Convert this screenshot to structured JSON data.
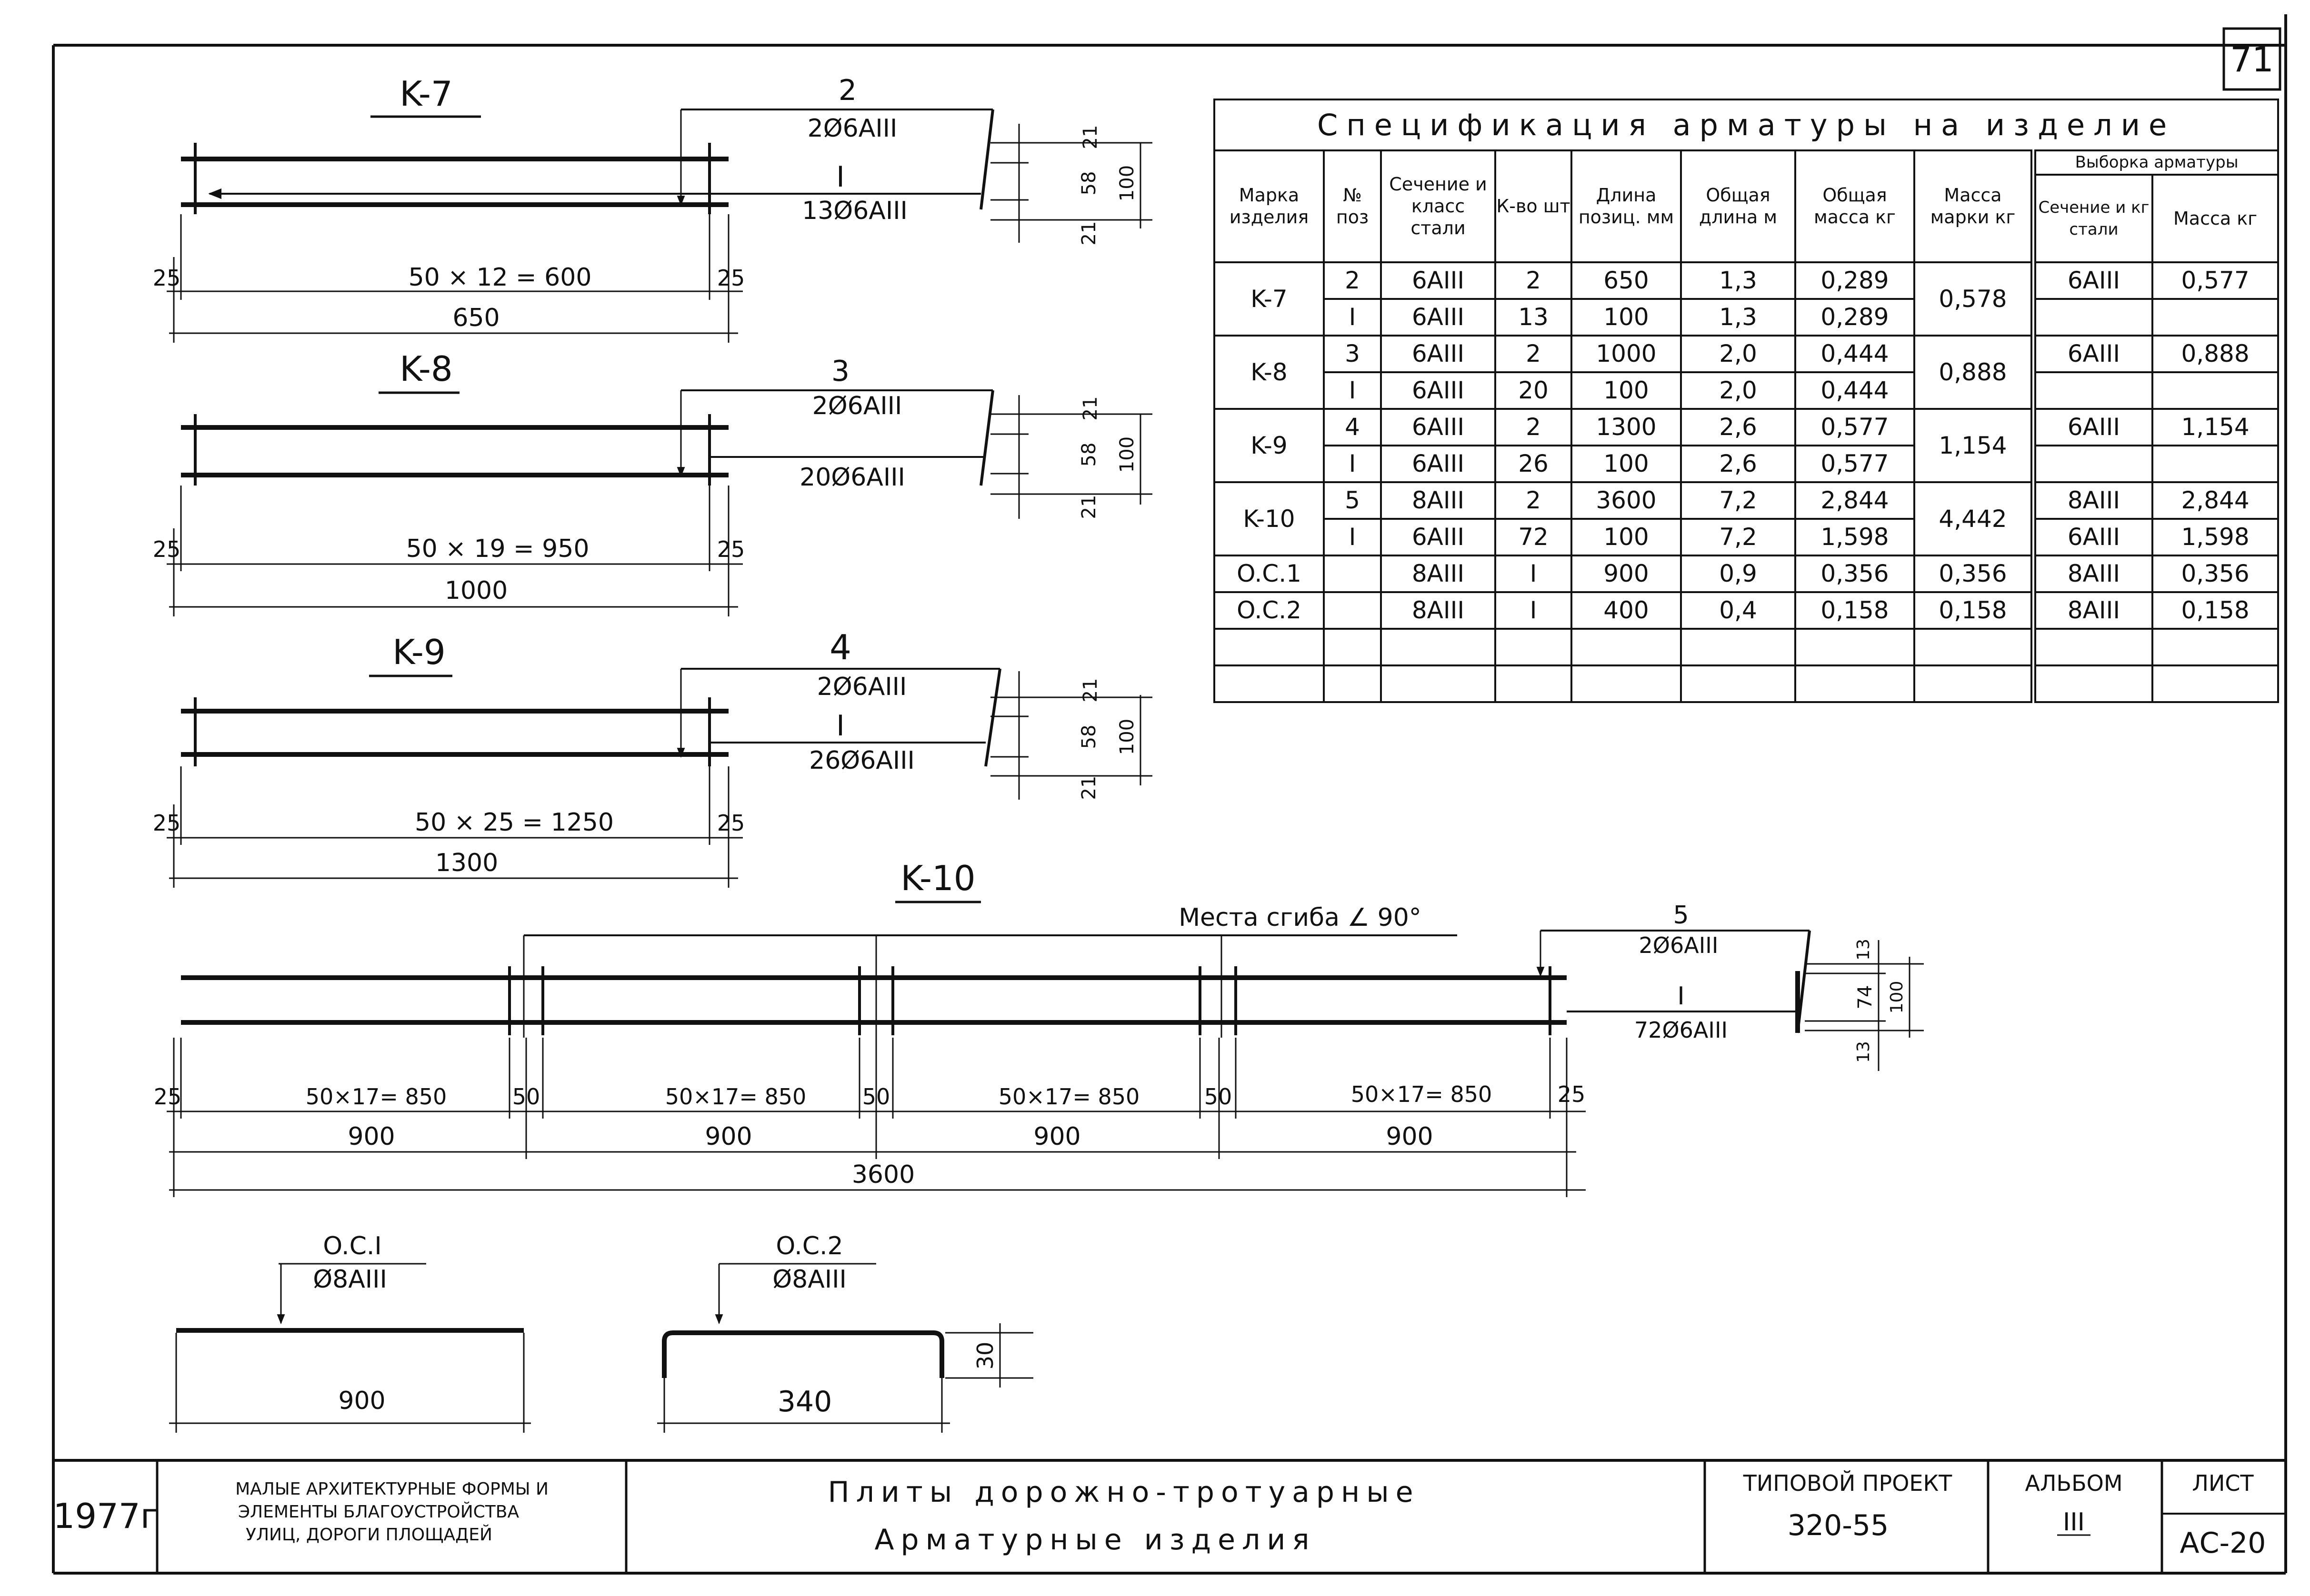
{
  "sheet_number": "71",
  "drawings": {
    "k7": {
      "title": "K-7",
      "pos_top": {
        "num": "2",
        "spec": "2Ø6AIII"
      },
      "pos_bottom": {
        "num": "I",
        "spec": "13Ø6AIII"
      },
      "dims": {
        "left": "25",
        "middle": "50 × 12 = 600",
        "right": "25",
        "total": "650",
        "v_top": "21",
        "v_mid": "58",
        "v_bot": "21",
        "v_total": "100"
      }
    },
    "k8": {
      "title": "K-8",
      "pos_top": {
        "num": "3",
        "spec": "2Ø6AIII"
      },
      "pos_bottom": {
        "num": "",
        "spec": "20Ø6AIII"
      },
      "dims": {
        "left": "25",
        "middle": "50 × 19 = 950",
        "right": "25",
        "total": "1000",
        "v_top": "21",
        "v_mid": "58",
        "v_bot": "21",
        "v_total": "100"
      }
    },
    "k9": {
      "title": "K-9",
      "pos_top": {
        "num": "4",
        "spec": "2Ø6AIII"
      },
      "pos_bottom": {
        "num": "I",
        "spec": "26Ø6AIII"
      },
      "dims": {
        "left": "25",
        "middle": "50 × 25 = 1250",
        "right": "25",
        "total": "1300",
        "v_top": "21",
        "v_mid": "58",
        "v_bot": "21",
        "v_total": "100"
      }
    },
    "k10": {
      "title": "K-10",
      "bend_note": "Места сгиба ∠ 90°",
      "pos_top": {
        "num": "5",
        "spec": "2Ø6AIII"
      },
      "pos_bottom": {
        "num": "I",
        "spec": "72Ø6AIII"
      },
      "dims": {
        "left": "25",
        "seg": "50×17= 850",
        "gap": "50",
        "right": "25",
        "span": "900",
        "total": "3600",
        "v_top": "13",
        "v_mid": "74",
        "v_bot": "13",
        "v_total": "100"
      }
    },
    "os1": {
      "title": "O.C.I",
      "spec": "Ø8AIII",
      "length": "900"
    },
    "os2": {
      "title": "O.C.2",
      "spec": "Ø8AIII",
      "length": "340",
      "height": "30"
    }
  },
  "spec_table": {
    "title": "Спецификация арматуры на изделие",
    "headers": {
      "mark": "Марка изделия",
      "pos": "№ поз",
      "section": "Сечение и класс стали",
      "qty": "К-во шт",
      "length": "Длина позиц. мм",
      "total_len": "Общая длина м",
      "total_mass": "Общая масса кг",
      "mark_mass": "Масса марки кг",
      "selection": "Выборка арматуры",
      "sel_section": "Сечение и кг стали",
      "sel_mass": "Масса кг"
    },
    "groups": [
      {
        "mark": "K-7",
        "mark_mass": "0,578",
        "rows": [
          {
            "pos": "2",
            "section": "6AIII",
            "qty": "2",
            "length": "650",
            "total_len": "1,3",
            "total_mass": "0,289",
            "sel_section": "6AIII",
            "sel_mass": "0,577"
          },
          {
            "pos": "I",
            "section": "6AIII",
            "qty": "13",
            "length": "100",
            "total_len": "1,3",
            "total_mass": "0,289",
            "sel_section": "",
            "sel_mass": ""
          }
        ]
      },
      {
        "mark": "K-8",
        "mark_mass": "0,888",
        "rows": [
          {
            "pos": "3",
            "section": "6AIII",
            "qty": "2",
            "length": "1000",
            "total_len": "2,0",
            "total_mass": "0,444",
            "sel_section": "6AIII",
            "sel_mass": "0,888"
          },
          {
            "pos": "I",
            "section": "6AIII",
            "qty": "20",
            "length": "100",
            "total_len": "2,0",
            "total_mass": "0,444",
            "sel_section": "",
            "sel_mass": ""
          }
        ]
      },
      {
        "mark": "K-9",
        "mark_mass": "1,154",
        "rows": [
          {
            "pos": "4",
            "section": "6AIII",
            "qty": "2",
            "length": "1300",
            "total_len": "2,6",
            "total_mass": "0,577",
            "sel_section": "6AIII",
            "sel_mass": "1,154"
          },
          {
            "pos": "I",
            "section": "6AIII",
            "qty": "26",
            "length": "100",
            "total_len": "2,6",
            "total_mass": "0,577",
            "sel_section": "",
            "sel_mass": ""
          }
        ]
      },
      {
        "mark": "K-10",
        "mark_mass": "4,442",
        "rows": [
          {
            "pos": "5",
            "section": "8AIII",
            "qty": "2",
            "length": "3600",
            "total_len": "7,2",
            "total_mass": "2,844",
            "sel_section": "8AIII",
            "sel_mass": "2,844"
          },
          {
            "pos": "I",
            "section": "6AIII",
            "qty": "72",
            "length": "100",
            "total_len": "7,2",
            "total_mass": "1,598",
            "sel_section": "6AIII",
            "sel_mass": "1,598"
          }
        ]
      },
      {
        "mark": "O.C.1",
        "mark_mass": "0,356",
        "rows": [
          {
            "pos": "",
            "section": "8AIII",
            "qty": "I",
            "length": "900",
            "total_len": "0,9",
            "total_mass": "0,356",
            "sel_section": "8AIII",
            "sel_mass": "0,356"
          }
        ]
      },
      {
        "mark": "O.C.2",
        "mark_mass": "0,158",
        "rows": [
          {
            "pos": "",
            "section": "8AIII",
            "qty": "I",
            "length": "400",
            "total_len": "0,4",
            "total_mass": "0,158",
            "sel_section": "8AIII",
            "sel_mass": "0,158"
          }
        ]
      }
    ]
  },
  "title_block": {
    "year": "1977г",
    "org": [
      "МАЛЫЕ АРХИТЕКТУРНЫЕ ФОРМЫ И",
      "ЭЛЕМЕНТЫ БЛАГОУСТРОЙСТВА",
      "УЛИЦ, ДОРОГИ ПЛОЩАДЕЙ"
    ],
    "title_line1": "Плиты дорожно-тротуарные",
    "title_line2": "Арматурные изделия",
    "project_label": "ТИПОВОЙ ПРОЕКТ",
    "project_number": "320-55",
    "album_label": "АЛЬБОМ",
    "album_number": "III",
    "sheet_label": "ЛИСТ",
    "sheet_code": "АС-20"
  }
}
